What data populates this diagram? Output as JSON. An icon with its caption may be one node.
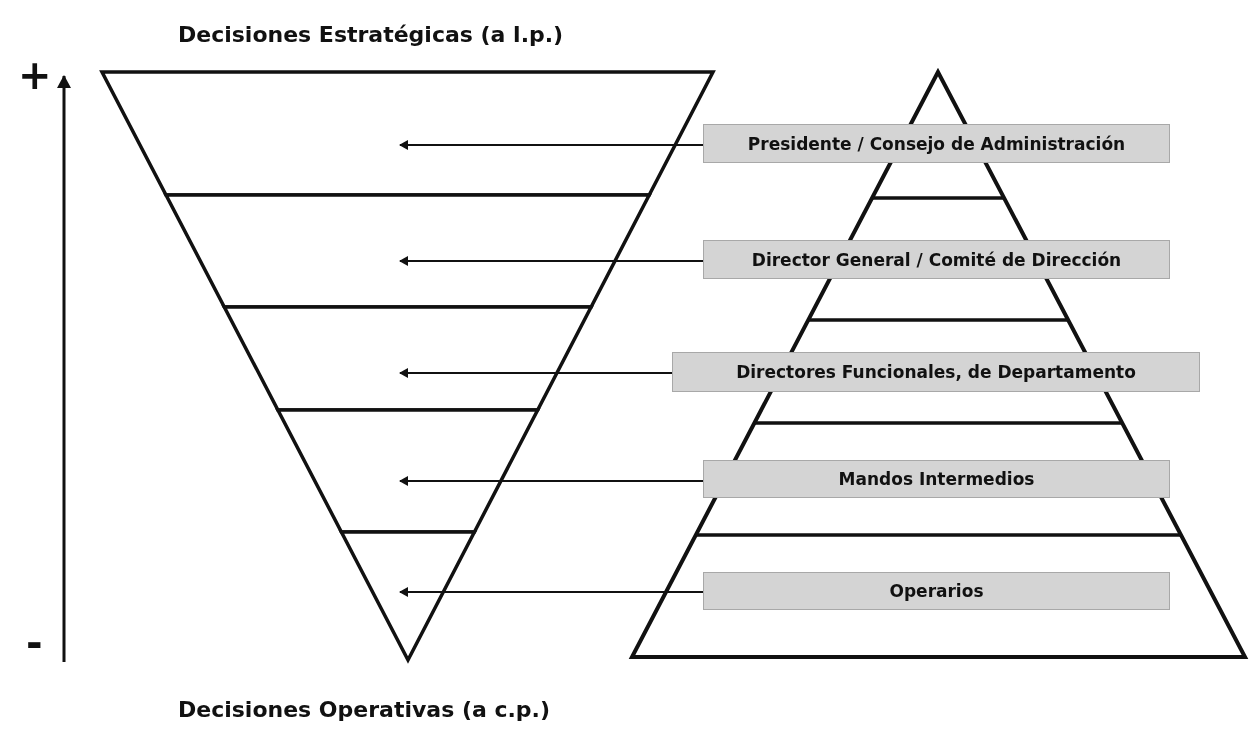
{
  "diagram": {
    "nodes": [
      {
        "text": [
          "Presidente / Consejo de Administración"
        ]
      },
      {
        "text": [
          "Director General / Comité de Dirección"
        ]
      },
      {
        "text": [
          "Directores Funcionales, de Departamento"
        ]
      },
      {
        "text": [
          "Mandos Intermedios"
        ]
      },
      {
        "text": [
          "Operarios"
        ]
      },
      {
        "text": [],
        "shape": "band"
      },
      {
        "text": [],
        "shape": "band"
      },
      {
        "text": [],
        "shape": "band"
      },
      {
        "text": [],
        "shape": "band"
      },
      {
        "text": [],
        "shape": "band"
      }
    ],
    "edges": [
      {
        "from": 0,
        "to": 5,
        "arrow": "to"
      },
      {
        "from": 1,
        "to": 6,
        "arrow": "to"
      },
      {
        "from": 2,
        "to": 7,
        "arrow": "to"
      },
      {
        "from": 3,
        "to": 8,
        "arrow": "to"
      },
      {
        "from": 4,
        "to": 9,
        "arrow": "to"
      }
    ],
    "labels": [
      "Decisiones Estratégicas (a l.p.)",
      "+",
      "-",
      "Decisiones Operativas (a c.p.)"
    ]
  }
}
